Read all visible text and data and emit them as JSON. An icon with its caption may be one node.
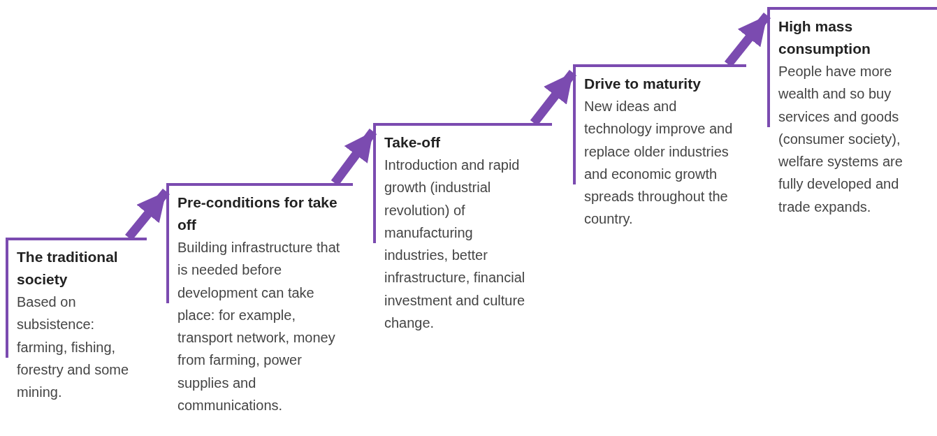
{
  "diagram": {
    "nodes": [
      {
        "text": [
          "The traditional society",
          "Based on subsistence: farming, fishing, forestry and some mining."
        ]
      },
      {
        "text": [
          "Pre-conditions for take off",
          "Building infrastructure that is needed before development can take place: for example, transport network, money from farming, power supplies and communications."
        ]
      },
      {
        "text": [
          "Take-off",
          "Introduction and rapid growth (industrial revolution) of manufacturing industries, better infrastructure, financial investment and culture change."
        ]
      },
      {
        "text": [
          "Drive to maturity",
          "New ideas and technology improve and replace older industries and economic growth spreads throughout the country."
        ]
      },
      {
        "text": [
          "High mass consumption",
          "People have more wealth and so buy services and goods (consumer society), welfare systems are fully developed and trade expands."
        ]
      }
    ],
    "edges": [
      {
        "from": 0,
        "to": 1,
        "arrow": "to"
      },
      {
        "from": 1,
        "to": 2,
        "arrow": "to"
      },
      {
        "from": 2,
        "to": 3,
        "arrow": "to"
      },
      {
        "from": 3,
        "to": 4,
        "arrow": "to"
      }
    ]
  }
}
